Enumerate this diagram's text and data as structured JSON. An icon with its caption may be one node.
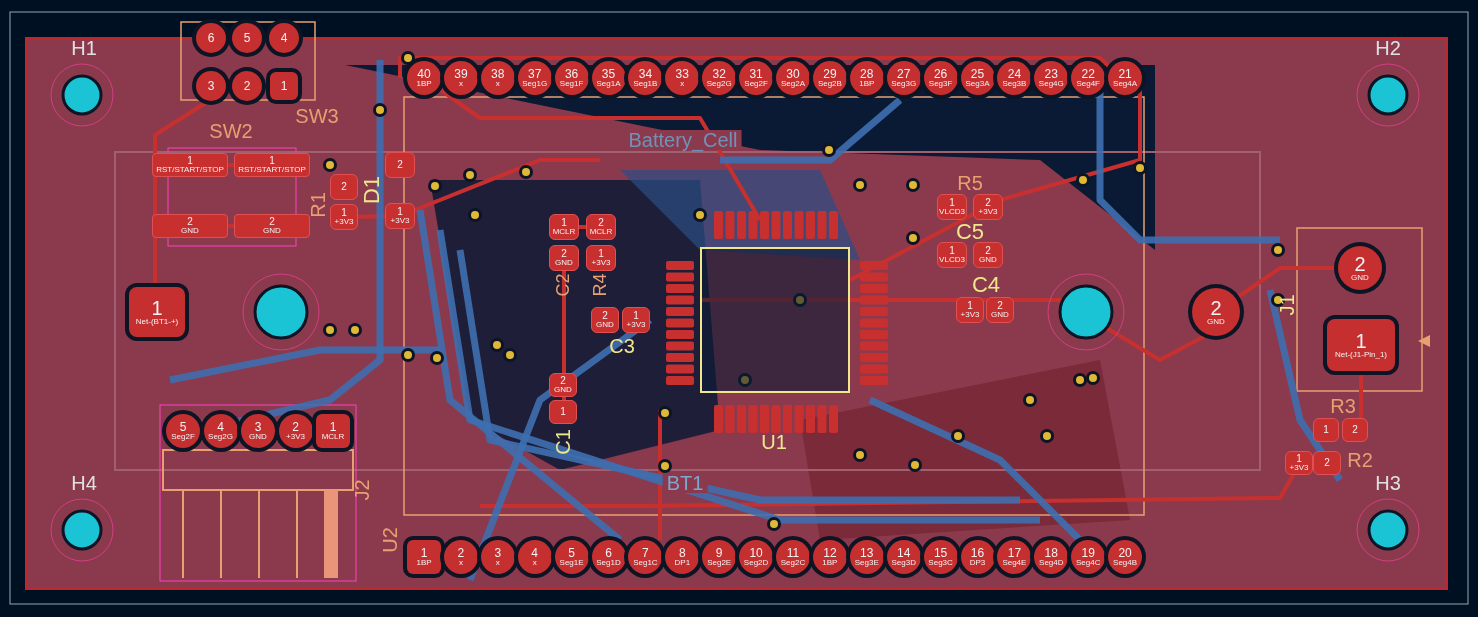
{
  "diagram": {
    "nodes": [
      {
        "text": [
          "6"
        ]
      },
      {
        "text": [
          "5"
        ]
      },
      {
        "text": [
          "4"
        ]
      },
      {
        "text": [
          "3"
        ]
      },
      {
        "text": [
          "2"
        ]
      },
      {
        "text": [
          "1"
        ]
      },
      {
        "text": [
          "40",
          "1BP"
        ]
      },
      {
        "text": [
          "39",
          "x"
        ]
      },
      {
        "text": [
          "38",
          "x"
        ]
      },
      {
        "text": [
          "37",
          "Seg1G"
        ]
      },
      {
        "text": [
          "36",
          "Seg1F"
        ]
      },
      {
        "text": [
          "35",
          "Seg1A"
        ]
      },
      {
        "text": [
          "34",
          "Seg1B"
        ]
      },
      {
        "text": [
          "33",
          "x"
        ]
      },
      {
        "text": [
          "32",
          "Seg2G"
        ]
      },
      {
        "text": [
          "31",
          "Seg2F"
        ]
      },
      {
        "text": [
          "30",
          "Seg2A"
        ]
      },
      {
        "text": [
          "29",
          "Seg2B"
        ]
      },
      {
        "text": [
          "28",
          "1BP"
        ]
      },
      {
        "text": [
          "27",
          "Seg3G"
        ]
      },
      {
        "text": [
          "26",
          "Seg3F"
        ]
      },
      {
        "text": [
          "25",
          "Seg3A"
        ]
      },
      {
        "text": [
          "24",
          "Seg3B"
        ]
      },
      {
        "text": [
          "23",
          "Seg4G"
        ]
      },
      {
        "text": [
          "22",
          "Seg4F"
        ]
      },
      {
        "text": [
          "21",
          "Seg4A"
        ]
      },
      {
        "text": [
          "1",
          "RST/START/STOP"
        ]
      },
      {
        "text": [
          "1",
          "RST/START/STOP"
        ]
      },
      {
        "text": [
          "2",
          "GND"
        ]
      },
      {
        "text": [
          "2",
          "GND"
        ]
      },
      {
        "text": [
          "2"
        ]
      },
      {
        "text": [
          "1",
          "+3V3"
        ]
      },
      {
        "text": [
          "2"
        ]
      },
      {
        "text": [
          "1",
          "+3V3"
        ]
      },
      {
        "text": [
          "1",
          "MCLR"
        ]
      },
      {
        "text": [
          "2",
          "GND"
        ]
      },
      {
        "text": [
          "2",
          "MCLR"
        ]
      },
      {
        "text": [
          "1",
          "+3V3"
        ]
      },
      {
        "text": [
          "1",
          "VLCD3"
        ]
      },
      {
        "text": [
          "2",
          "+3V3"
        ]
      },
      {
        "text": [
          "1",
          "VLCD3"
        ]
      },
      {
        "text": [
          "2",
          "GND"
        ]
      },
      {
        "text": [
          "1",
          "+3V3"
        ]
      },
      {
        "text": [
          "2",
          "GND"
        ]
      },
      {
        "text": [],
        "shape": "box"
      },
      {
        "text": [
          "2",
          "GND"
        ]
      },
      {
        "text": [
          "1",
          "Net-(BT1-+)"
        ]
      },
      {
        "text": [
          "2",
          "GND"
        ]
      },
      {
        "text": [
          "1",
          "+3V3"
        ]
      },
      {
        "text": [
          "2",
          "GND"
        ]
      },
      {
        "text": [
          "1",
          "Net-(J1-Pin_1)"
        ]
      },
      {
        "text": [
          "2",
          "GND"
        ]
      },
      {
        "text": [
          "1"
        ]
      },
      {
        "text": [
          "1"
        ]
      },
      {
        "text": [
          "2"
        ]
      },
      {
        "text": [
          "5",
          "Seg2F"
        ]
      },
      {
        "text": [
          "4",
          "Seg2G"
        ]
      },
      {
        "text": [
          "3",
          "GND"
        ]
      },
      {
        "text": [
          "2",
          "+3V3"
        ]
      },
      {
        "text": [
          "1",
          "MCLR"
        ]
      },
      {
        "text": [
          "1",
          "+3V3"
        ]
      },
      {
        "text": [
          "2"
        ]
      },
      {
        "text": [
          "1",
          "1BP"
        ]
      },
      {
        "text": [
          "2",
          "x"
        ]
      },
      {
        "text": [
          "3",
          "x"
        ]
      },
      {
        "text": [
          "4",
          "x"
        ]
      },
      {
        "text": [
          "5",
          "Seg1E"
        ]
      },
      {
        "text": [
          "6",
          "Seg1D"
        ]
      },
      {
        "text": [
          "7",
          "Seg1C"
        ]
      },
      {
        "text": [
          "8",
          "DP1"
        ]
      },
      {
        "text": [
          "9",
          "Seg2E"
        ]
      },
      {
        "text": [
          "10",
          "Seg2D"
        ]
      },
      {
        "text": [
          "11",
          "Seg2C"
        ]
      },
      {
        "text": [
          "12",
          "1BP"
        ]
      },
      {
        "text": [
          "13",
          "Seg3E"
        ]
      },
      {
        "text": [
          "14",
          "Seg3D"
        ]
      },
      {
        "text": [
          "15",
          "Seg3C"
        ]
      },
      {
        "text": [
          "16",
          "DP3"
        ]
      },
      {
        "text": [
          "17",
          "Seg4E"
        ]
      },
      {
        "text": [
          "18",
          "Seg4D"
        ]
      },
      {
        "text": [
          "19",
          "Seg4C"
        ]
      },
      {
        "text": [
          "20",
          "Seg4B"
        ]
      }
    ],
    "labels": [
      "H1",
      "H2",
      "SW3",
      "SW2",
      "Battery_Cell",
      "R5",
      "D1",
      "R1",
      "C5",
      "C4",
      "C2",
      "R4",
      "J1",
      "C3",
      "R3",
      "C1",
      "U1",
      "R2",
      "H4",
      "J2",
      "BT1",
      "H3",
      "U2"
    ]
  }
}
